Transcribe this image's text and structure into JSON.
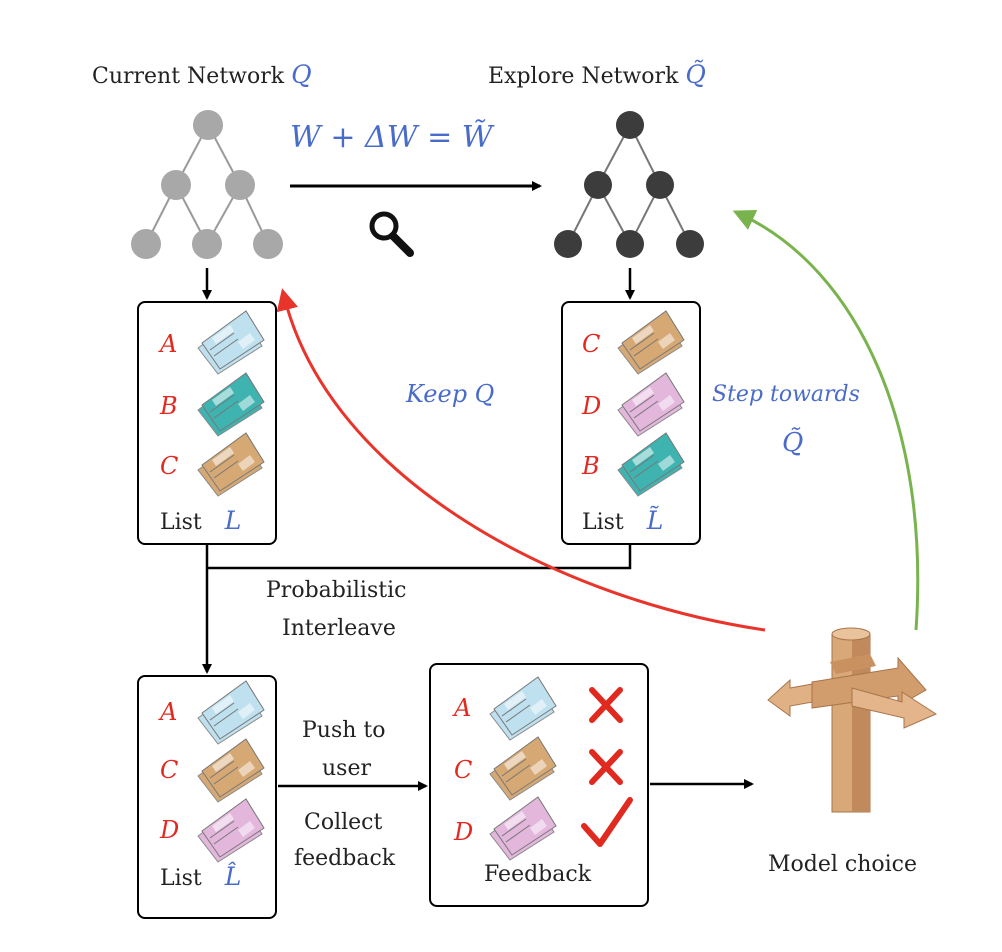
{
  "networks": {
    "current": {
      "title": "Current Network",
      "symbol": "Q"
    },
    "explore": {
      "title": "Explore Network",
      "symbol": "Q̃"
    }
  },
  "equation": "W + ΔW = W̃",
  "lists": {
    "L": {
      "items": [
        "A",
        "B",
        "C"
      ],
      "label": "List",
      "symbol": "L"
    },
    "L_tilde": {
      "items": [
        "C",
        "D",
        "B"
      ],
      "label": "List",
      "symbol": "L̃"
    },
    "L_hat": {
      "items": [
        "A",
        "C",
        "D"
      ],
      "label": "List",
      "symbol": "L̂"
    }
  },
  "interleave": {
    "line1": "Probabilistic",
    "line2": "Interleave"
  },
  "push": {
    "line1": "Push to",
    "line2": "user",
    "line3": "Collect",
    "line4": "feedback"
  },
  "feedback": {
    "items": [
      "A",
      "C",
      "D"
    ],
    "marks": [
      "✗",
      "✗",
      "✓"
    ],
    "label": "Feedback"
  },
  "keep": "Keep Q",
  "step": {
    "line1": "Step towards",
    "line2": "Q̃"
  },
  "model_choice": "Model choice",
  "colors": {
    "blue_text": "#4a6cc9",
    "red_text": "#e02a20",
    "red_arrow": "#e8342a",
    "green_arrow": "#79b34d",
    "light_node": "#a8a8a8",
    "dark_node": "#3c3c3c",
    "news_blue": "#bfe0ef",
    "news_teal": "#3fb3b0",
    "news_tan": "#d6a874",
    "news_pink": "#e3b6dc"
  }
}
